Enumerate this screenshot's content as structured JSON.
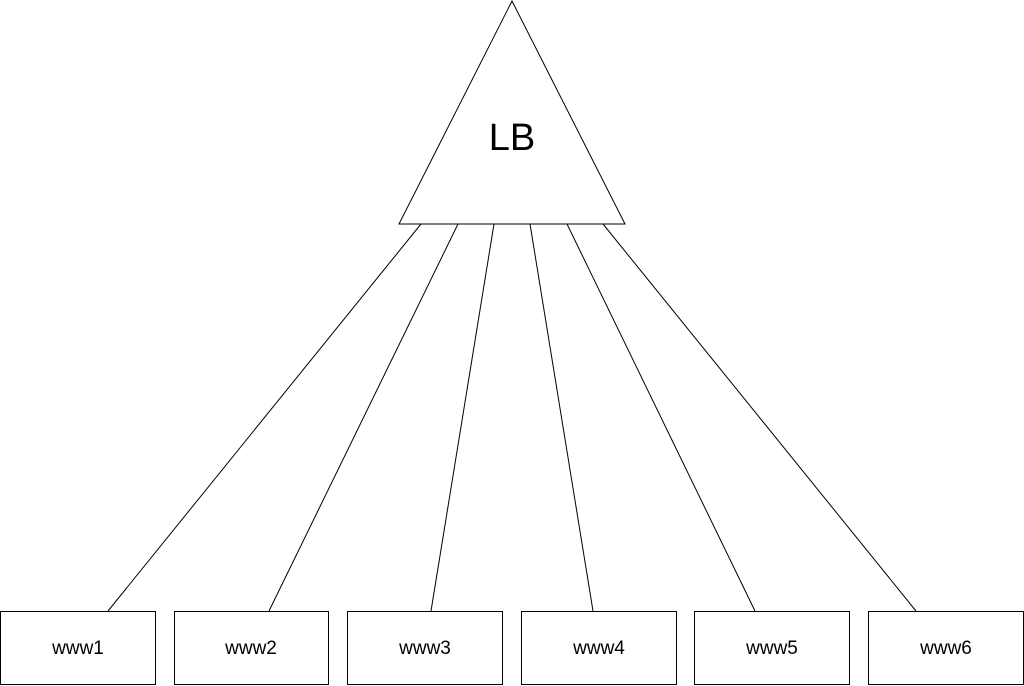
{
  "diagram": {
    "balancer": {
      "label": "LB"
    },
    "servers": [
      {
        "label": "www1"
      },
      {
        "label": "www2"
      },
      {
        "label": "www3"
      },
      {
        "label": "www4"
      },
      {
        "label": "www5"
      },
      {
        "label": "www6"
      }
    ],
    "colors": {
      "stroke": "#000000",
      "fill": "#ffffff",
      "text": "#000000"
    }
  }
}
